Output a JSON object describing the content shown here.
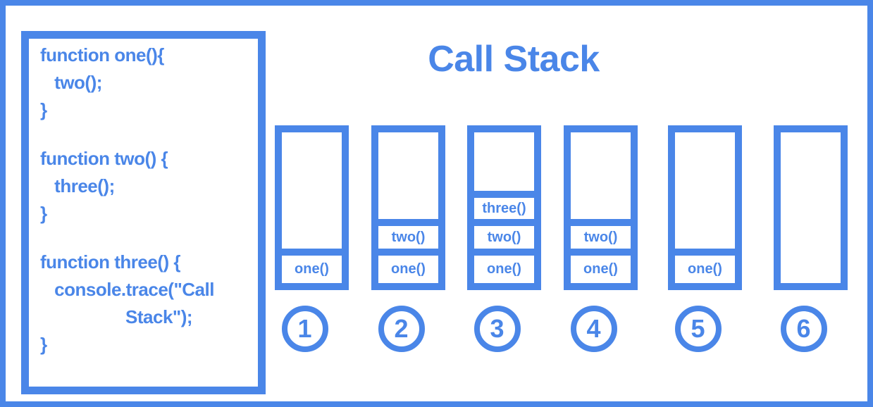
{
  "colors": {
    "accent_blue": "#4a86e8",
    "background": "#ffffff"
  },
  "title": "Call Stack",
  "code_panel": {
    "lines": [
      "function one(){",
      "   two();",
      "}",
      "",
      "function two() {",
      "   three();",
      "}",
      "",
      "function three() {",
      "   console.trace(\"Call",
      "                  Stack\");",
      "}"
    ]
  },
  "stacks": [
    {
      "step": "1",
      "frames": [
        "one()"
      ]
    },
    {
      "step": "2",
      "frames": [
        "one()",
        "two()"
      ]
    },
    {
      "step": "3",
      "frames": [
        "one()",
        "two()",
        "three()"
      ]
    },
    {
      "step": "4",
      "frames": [
        "one()",
        "two()"
      ]
    },
    {
      "step": "5",
      "frames": [
        "one()"
      ]
    },
    {
      "step": "6",
      "frames": []
    }
  ]
}
